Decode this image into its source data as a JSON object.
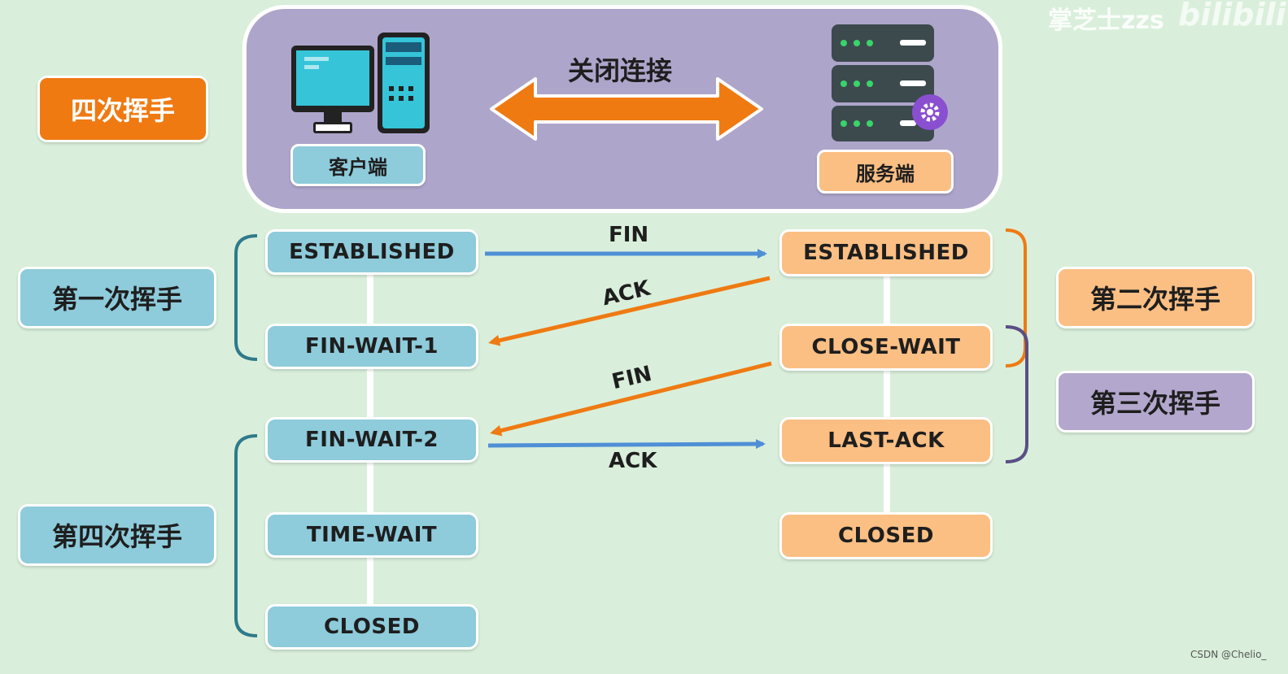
{
  "watermark": {
    "top_text": "掌芝士zzs",
    "top_logo": "bilibili",
    "bottom_text": "CSDN @Chelio_"
  },
  "title": "四次挥手",
  "header": {
    "client_label": "客户端",
    "server_label": "服务端",
    "connection_label": "关闭连接",
    "client_icon": "computer-icon",
    "server_icon": "server-icon"
  },
  "steps": {
    "first": "第一次挥手",
    "second": "第二次挥手",
    "third": "第三次挥手",
    "fourth": "第四次挥手"
  },
  "client_states": [
    "ESTABLISHED",
    "FIN-WAIT-1",
    "FIN-WAIT-2",
    "TIME-WAIT",
    "CLOSED"
  ],
  "server_states": [
    "ESTABLISHED",
    "CLOSE-WAIT",
    "LAST-ACK",
    "CLOSED"
  ],
  "messages": [
    "FIN",
    "ACK",
    "FIN",
    "ACK"
  ],
  "colors": {
    "background": "#d9efdb",
    "client": "#8ecbdb",
    "server": "#fbbf84",
    "title": "#ef7a12",
    "third_step": "#b3a7cd",
    "arrow_blue": "#4f8fd6",
    "arrow_orange": "#ef7a12"
  }
}
